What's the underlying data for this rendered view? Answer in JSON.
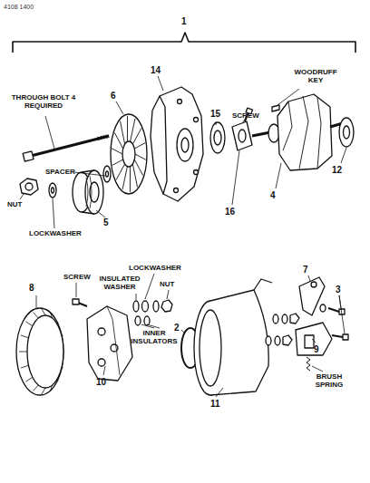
{
  "diagram": {
    "labels": [
      "4108 1400",
      "1",
      "THROUGH BOLT 4 REQUIRED",
      "14",
      "6",
      "SPACER",
      "15",
      "SCREW",
      "WOODRUFF KEY",
      "4",
      "12",
      "16",
      "5",
      "NUT",
      "LOCKWASHER",
      "7",
      "3",
      "8",
      "SCREW",
      "LOCKWASHER",
      "INSULATED WASHER",
      "NUT",
      "2",
      "9",
      "BRUSH SPRING",
      "INNER INSULATORS",
      "10",
      "11"
    ]
  }
}
